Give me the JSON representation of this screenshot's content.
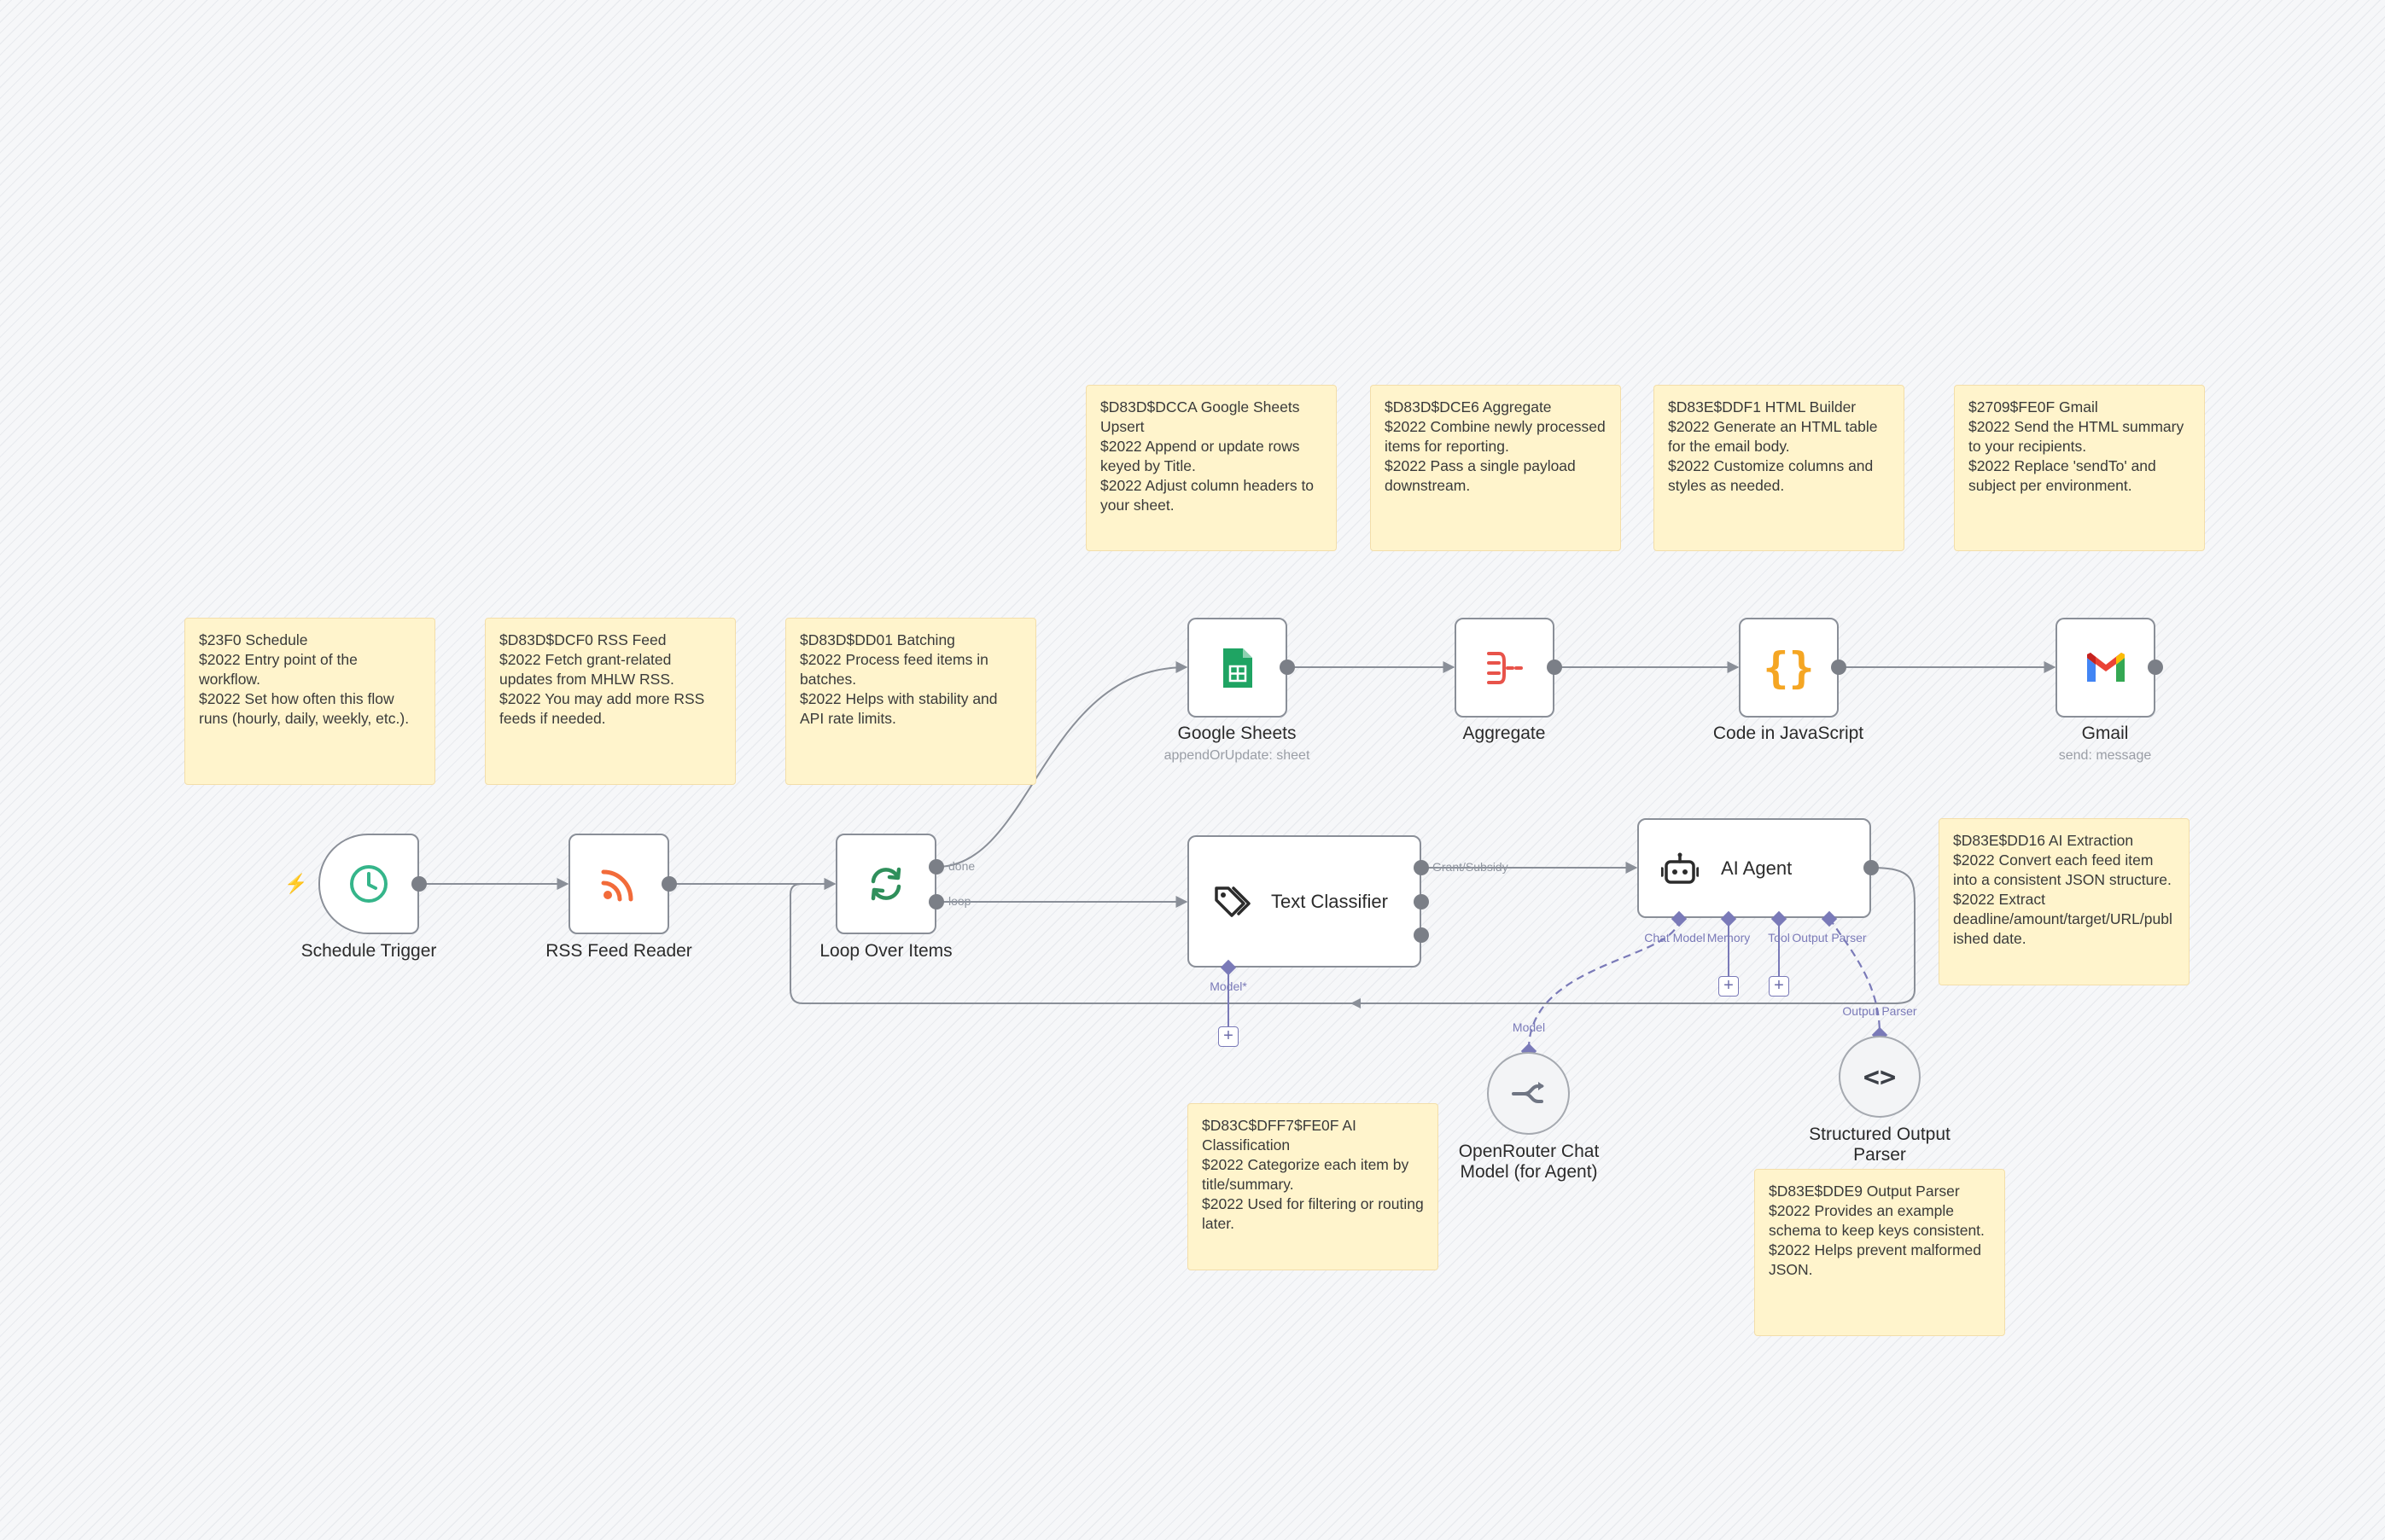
{
  "sticky_notes": {
    "schedule": "$23F0 Schedule\n$2022 Entry point of the workflow.\n$2022 Set how often this flow runs (hourly, daily, weekly, etc.).",
    "rss": "$D83D$DCF0 RSS Feed\n$2022 Fetch grant-related updates from MHLW RSS.\n$2022 You may add more RSS feeds if needed.",
    "batching": "$D83D$DD01 Batching\n$2022 Process feed items in batches.\n$2022 Helps with stability and API rate limits.",
    "sheets": "$D83D$DCCA Google Sheets Upsert\n$2022 Append or update rows keyed by Title.\n$2022 Adjust column headers to your sheet.",
    "aggregate": "$D83D$DCE6 Aggregate\n$2022 Combine newly processed items for reporting.\n$2022 Pass a single payload downstream.",
    "html": "$D83E$DDF1 HTML Builder\n$2022 Generate an HTML table for the email body.\n$2022 Customize columns and styles as needed.",
    "gmail": "$2709$FE0F Gmail\n$2022 Send the HTML summary to your recipients.\n$2022 Replace 'sendTo' and subject per environment.",
    "ai_extraction": "$D83E$DD16 AI Extraction\n$2022 Convert each feed item into a consistent JSON structure.\n$2022 Extract deadline/amount/target/URL/published date.",
    "ai_classification": "$D83C$DFF7$FE0F AI Classification\n$2022 Categorize each item by title/summary.\n$2022 Used for filtering or routing later.",
    "output_parser": "$D83E$DDE9 Output Parser\n$2022 Provides an example schema to keep keys consistent.\n$2022 Helps prevent malformed JSON."
  },
  "nodes": {
    "schedule_trigger": {
      "label": "Schedule Trigger",
      "icon": "clock-icon"
    },
    "rss_feed_reader": {
      "label": "RSS Feed Reader",
      "icon": "rss-icon"
    },
    "loop_over_items": {
      "label": "Loop Over Items",
      "icon": "loop-icon"
    },
    "google_sheets": {
      "label": "Google Sheets",
      "sublabel": "appendOrUpdate: sheet",
      "icon": "google-sheets-icon"
    },
    "aggregate": {
      "label": "Aggregate",
      "icon": "aggregate-icon"
    },
    "code_js": {
      "label": "Code in JavaScript",
      "icon": "code-braces-icon"
    },
    "gmail": {
      "label": "Gmail",
      "sublabel": "send: message",
      "icon": "gmail-icon"
    },
    "text_classifier": {
      "label": "Text Classifier",
      "icon": "tag-icon"
    },
    "ai_agent": {
      "label": "AI Agent",
      "icon": "robot-icon"
    },
    "openrouter": {
      "label": "OpenRouter Chat Model (for Agent)",
      "icon": "openrouter-icon"
    },
    "structured_output_parser": {
      "label": "Structured Output Parser",
      "icon": "code-brackets-icon"
    }
  },
  "connection_labels": {
    "done": "done",
    "loop": "loop",
    "grant_subsidy": "Grant/Subsidy",
    "chat_model": "Chat Model",
    "memory": "Memory",
    "tool": "Tool",
    "output_parser": "Output Parser",
    "model_required": "Model*",
    "model": "Model",
    "output_parser_lower": "Output Parser"
  },
  "colors": {
    "sticky_note": "#fff4cc",
    "connection": "#8a8f98",
    "ai_connection": "#7a7ab8",
    "clock_green": "#35b58a",
    "rss_orange": "#f26b3a",
    "loop_green": "#2f8f5b",
    "sheets_green": "#1fa463",
    "aggregate_red": "#e8534a",
    "code_orange": "#f5a623"
  }
}
